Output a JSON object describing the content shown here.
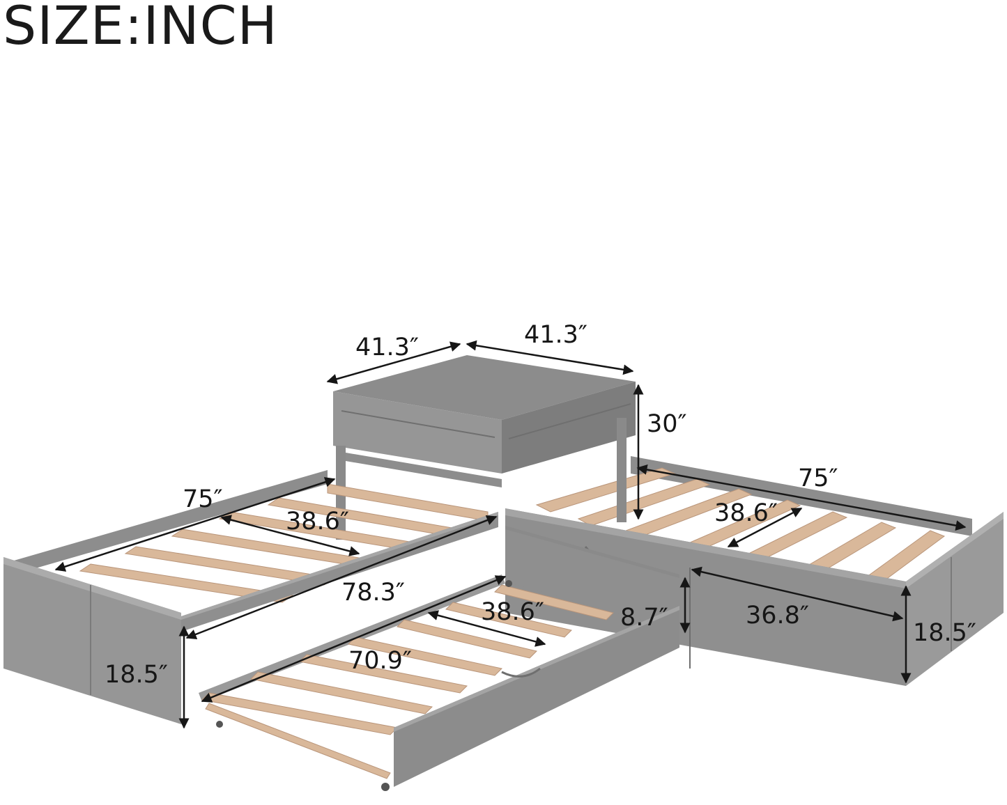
{
  "title": "SIZE:INCH",
  "colors": {
    "frame": "#8a8a8a",
    "frame_dark": "#6f6f6f",
    "frame_light": "#a2a2a2",
    "slat": "#d9b89a",
    "slat_dark": "#b9957a",
    "text": "#161616",
    "arrow": "#161616"
  },
  "dimensions": {
    "top_width_left": "41.3″",
    "top_width_right": "41.3″",
    "top_height": "30″",
    "left_bed_length": "75″",
    "left_bed_inner_width": "38.6″",
    "left_bed_total_length": "78.3″",
    "left_bed_height": "18.5″",
    "trundle_inner_width": "38.6″",
    "trundle_length": "70.9″",
    "trundle_height": "8.7″",
    "right_bed_length": "75″",
    "right_bed_inner_width": "38.6″",
    "right_bed_drawer_width": "36.8″",
    "right_bed_height": "18.5″"
  }
}
